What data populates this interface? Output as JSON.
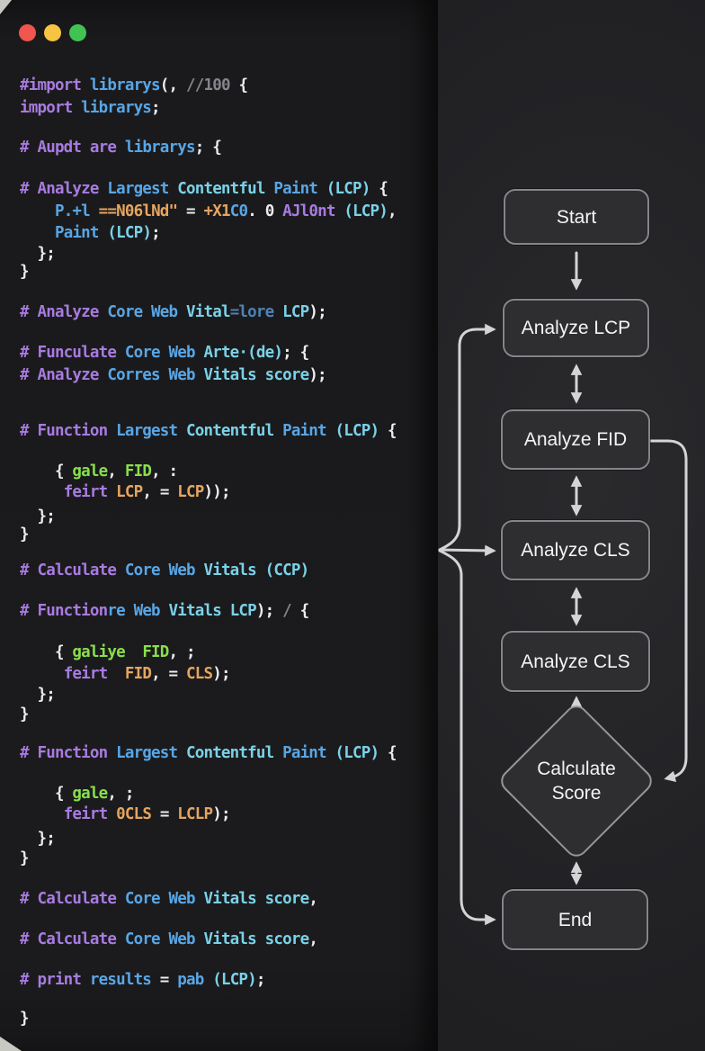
{
  "window": {
    "traffic_lights": [
      {
        "name": "close",
        "color": "#f0554e"
      },
      {
        "name": "minimize",
        "color": "#f6c343"
      },
      {
        "name": "maximize",
        "color": "#41c353"
      }
    ]
  },
  "code": {
    "palette": {
      "kw": "#a87be0",
      "b1": "#58a6e6",
      "b2": "#7ad2e8",
      "b3": "#4f82b3",
      "or": "#e6a55f",
      "gr": "#8ade4d",
      "wh": "#ececef",
      "gy": "#85858c"
    },
    "lines": [
      [
        [
          "#import",
          "kw"
        ],
        [
          " librarys",
          "b1"
        ],
        [
          "(,",
          "wh"
        ],
        [
          " ",
          "wh"
        ],
        [
          "//100",
          "gy"
        ],
        [
          " {",
          "wh"
        ]
      ],
      [
        [
          "import",
          "kw"
        ],
        [
          " librarys",
          "b1"
        ],
        [
          ";",
          "wh"
        ]
      ],
      [
        [
          "# Aupdt are",
          "kw"
        ],
        [
          " librarys",
          "b1"
        ],
        [
          "; {",
          "wh"
        ]
      ],
      [
        [
          "# Analyze",
          "kw"
        ],
        [
          " Largest",
          "b1"
        ],
        [
          " Contentful",
          "b2"
        ],
        [
          " Paint",
          "b1"
        ],
        [
          " (LCP)",
          "b2"
        ],
        [
          " {",
          "wh"
        ]
      ],
      [
        [
          "    ",
          "wh"
        ],
        [
          "P.+l",
          "b1"
        ],
        [
          " ",
          "wh"
        ],
        [
          "==N06lNd\"",
          "or"
        ],
        [
          " = ",
          "wh"
        ],
        [
          "+X1",
          "or"
        ],
        [
          "C0",
          "b1"
        ],
        [
          ". ",
          "wh"
        ],
        [
          "0 ",
          "wh"
        ],
        [
          "AJl0nt",
          "kw"
        ],
        [
          " (LCP)",
          "b2"
        ],
        [
          ",",
          "wh"
        ]
      ],
      [
        [
          "    ",
          "wh"
        ],
        [
          "Paint",
          "b1"
        ],
        [
          " (LCP)",
          "b2"
        ],
        [
          ";",
          "wh"
        ]
      ],
      [
        [
          "  };",
          "wh"
        ]
      ],
      [
        [
          "}",
          "wh"
        ]
      ],
      [
        [
          "# Analyze",
          "kw"
        ],
        [
          " Core",
          "b1"
        ],
        [
          " Web",
          "b1"
        ],
        [
          " Vital",
          "b2"
        ],
        [
          "=lore",
          "b3"
        ],
        [
          " LCP",
          "b2"
        ],
        [
          ");",
          "wh"
        ]
      ],
      [
        [
          "# Funculate",
          "kw"
        ],
        [
          " Core Web",
          "b1"
        ],
        [
          " Arte·(de)",
          "b2"
        ],
        [
          "; {",
          "wh"
        ]
      ],
      [
        [
          "# Analyze",
          "kw"
        ],
        [
          " Corres Web",
          "b1"
        ],
        [
          " Vitals score",
          "b2"
        ],
        [
          ");",
          "wh"
        ]
      ],
      [
        [
          "# Function",
          "kw"
        ],
        [
          " Largest",
          "b1"
        ],
        [
          " Contentful",
          "b2"
        ],
        [
          " Paint",
          "b1"
        ],
        [
          " (LCP)",
          "b2"
        ],
        [
          " {",
          "wh"
        ]
      ],
      [
        [
          "    { ",
          "wh"
        ],
        [
          "gale",
          "gr"
        ],
        [
          ", ",
          "wh"
        ],
        [
          "FID",
          "gr"
        ],
        [
          ", :",
          "wh"
        ]
      ],
      [
        [
          "     ",
          "wh"
        ],
        [
          "feirt",
          "kw"
        ],
        [
          " ",
          "wh"
        ],
        [
          "LCP",
          "or"
        ],
        [
          ", = ",
          "wh"
        ],
        [
          "LCP",
          "or"
        ],
        [
          "));",
          "wh"
        ]
      ],
      [
        [
          "  };",
          "wh"
        ]
      ],
      [
        [
          "}",
          "wh"
        ]
      ],
      [
        [
          "# Calculate",
          "kw"
        ],
        [
          " Core Web",
          "b1"
        ],
        [
          " Vitals",
          "b2"
        ],
        [
          " (CCP)",
          "b2"
        ]
      ],
      [
        [
          "# Function",
          "kw"
        ],
        [
          "re",
          "b1"
        ],
        [
          " Web",
          "b1"
        ],
        [
          " Vitals",
          "b2"
        ],
        [
          " LCP",
          "b2"
        ],
        [
          "); ",
          "wh"
        ],
        [
          "/",
          "gy"
        ],
        [
          " {",
          "wh"
        ]
      ],
      [
        [
          "    { ",
          "wh"
        ],
        [
          "galiye",
          "gr"
        ],
        [
          "  FID",
          "gr"
        ],
        [
          ", ;",
          "wh"
        ]
      ],
      [
        [
          "     ",
          "wh"
        ],
        [
          "feirt",
          "kw"
        ],
        [
          "  ",
          "wh"
        ],
        [
          "FID",
          "or"
        ],
        [
          ", = ",
          "wh"
        ],
        [
          "CLS",
          "or"
        ],
        [
          ");",
          "wh"
        ]
      ],
      [
        [
          "  };",
          "wh"
        ]
      ],
      [
        [
          "}",
          "wh"
        ]
      ],
      [
        [
          "# Function",
          "kw"
        ],
        [
          " Largest",
          "b1"
        ],
        [
          " Contentful",
          "b2"
        ],
        [
          " Paint",
          "b1"
        ],
        [
          " (LCP)",
          "b2"
        ],
        [
          " {",
          "wh"
        ]
      ],
      [
        [
          "    { ",
          "wh"
        ],
        [
          "gale",
          "gr"
        ],
        [
          ", ;",
          "wh"
        ]
      ],
      [
        [
          "     ",
          "wh"
        ],
        [
          "feirt",
          "kw"
        ],
        [
          " ",
          "wh"
        ],
        [
          "0CLS",
          "or"
        ],
        [
          " = ",
          "wh"
        ],
        [
          "LCLP",
          "or"
        ],
        [
          ");",
          "wh"
        ]
      ],
      [
        [
          "  };",
          "wh"
        ]
      ],
      [
        [
          "}",
          "wh"
        ]
      ],
      [
        [
          "# Calculate",
          "kw"
        ],
        [
          " Core Web",
          "b1"
        ],
        [
          " Vitals",
          "b2"
        ],
        [
          " score",
          "b2"
        ],
        [
          ",",
          "wh"
        ]
      ],
      [
        [
          "# Calculate",
          "kw"
        ],
        [
          " Core Web",
          "b1"
        ],
        [
          " Vitals",
          "b2"
        ],
        [
          " score",
          "b2"
        ],
        [
          ",",
          "wh"
        ]
      ],
      [
        [
          "# print",
          "kw"
        ],
        [
          " results",
          "b1"
        ],
        [
          " = ",
          "wh"
        ],
        [
          "pab",
          "b1"
        ],
        [
          " (LCP)",
          "b2"
        ],
        [
          ";",
          "wh"
        ]
      ],
      [
        [
          "}",
          "wh"
        ]
      ]
    ]
  },
  "flowchart": {
    "arrow_color": "#d4d4d7",
    "node_fill": "#2e2e31",
    "node_border": "#85858c",
    "nodes": [
      {
        "id": "start",
        "label": "Start",
        "shape": "rounded-rect"
      },
      {
        "id": "analyze-lcp",
        "label": "Analyze LCP",
        "shape": "rounded-rect"
      },
      {
        "id": "analyze-fid",
        "label": "Analyze FID",
        "shape": "rounded-rect"
      },
      {
        "id": "analyze-cls-1",
        "label": "Analyze CLS",
        "shape": "rounded-rect"
      },
      {
        "id": "analyze-cls-2",
        "label": "Analyze CLS",
        "shape": "rounded-rect"
      },
      {
        "id": "calculate-score",
        "label": "Calculate\nScore",
        "shape": "diamond"
      },
      {
        "id": "end",
        "label": "End",
        "shape": "rounded-rect"
      }
    ],
    "edges": [
      {
        "from": "start",
        "to": "analyze-lcp",
        "type": "arrow"
      },
      {
        "from": "analyze-lcp",
        "to": "analyze-fid",
        "type": "double-arrow"
      },
      {
        "from": "analyze-fid",
        "to": "analyze-cls-1",
        "type": "double-arrow"
      },
      {
        "from": "analyze-cls-1",
        "to": "analyze-cls-2",
        "type": "double-arrow"
      },
      {
        "from": "calculate-score",
        "to": "analyze-cls-2",
        "type": "arrow"
      },
      {
        "from": "calculate-score",
        "to": "end",
        "type": "double-arrow"
      },
      {
        "from": "left-branch",
        "to": "analyze-lcp",
        "type": "arrow"
      },
      {
        "from": "left-branch",
        "to": "analyze-cls-1",
        "type": "arrow"
      },
      {
        "from": "left-branch",
        "to": "end",
        "type": "arrow"
      },
      {
        "from": "analyze-fid",
        "to": "calculate-score",
        "type": "arrow"
      }
    ]
  }
}
